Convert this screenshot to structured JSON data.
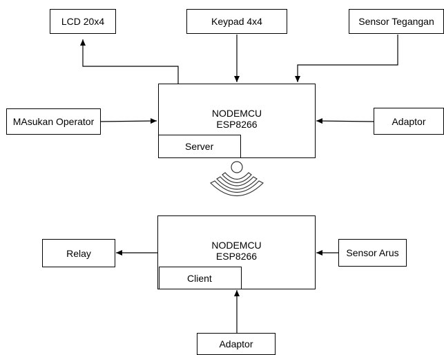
{
  "diagram": {
    "colors": {
      "stroke": "#000000",
      "fill": "#ffffff",
      "text": "#000000"
    },
    "top": {
      "lcd": "LCD 20x4",
      "keypad": "Keypad 4x4",
      "sensor_tegangan": "Sensor Tegangan",
      "masukan_operator": "MAsukan Operator",
      "adaptor": "Adaptor",
      "node_line1": "NODEMCU",
      "node_line2": "ESP8266",
      "server": "Server"
    },
    "bottom": {
      "relay": "Relay",
      "sensor_arus": "Sensor Arus",
      "adaptor": "Adaptor",
      "node_line1": "NODEMCU",
      "node_line2": "ESP8266",
      "client": "Client"
    },
    "wireless_icon": "wifi-signal-icon"
  }
}
